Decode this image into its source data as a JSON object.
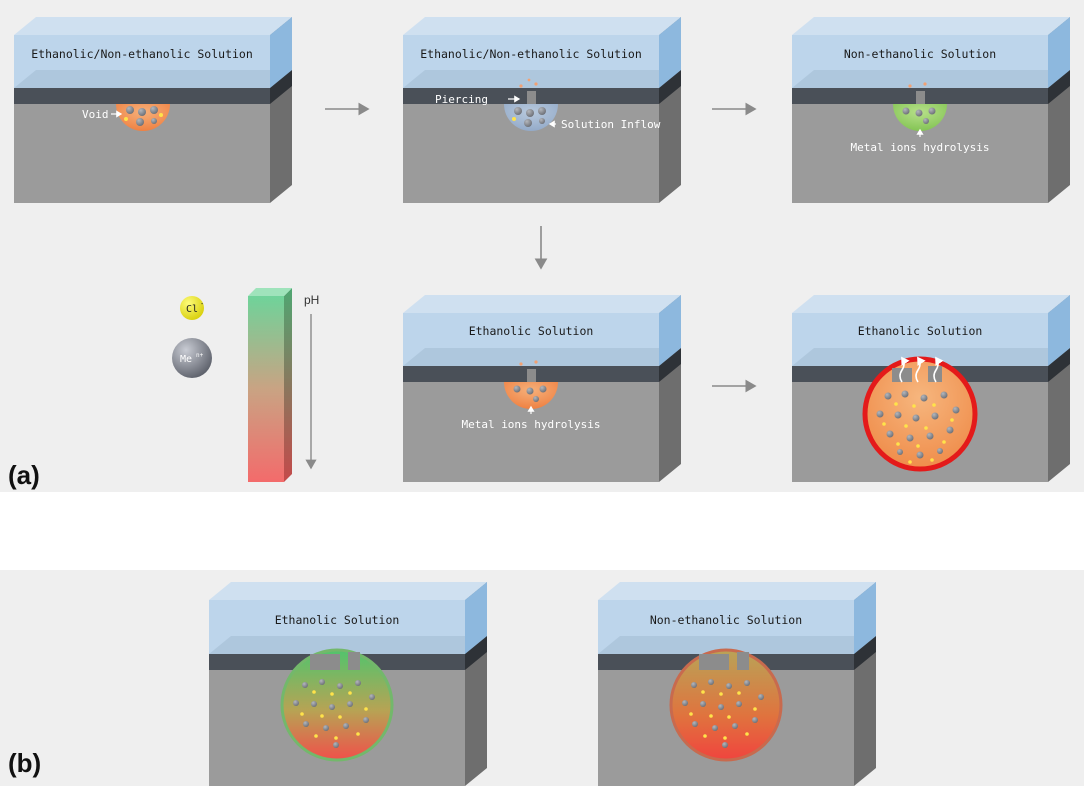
{
  "panels": {
    "a": {
      "label": "(a)"
    },
    "b": {
      "label": "(b)"
    }
  },
  "blocks": {
    "a1": {
      "title": "Ethanolic/Non-ethanolic Solution",
      "annotation": "Void"
    },
    "a2": {
      "title": "Ethanolic/Non-ethanolic Solution",
      "annotation_top": "Piercing",
      "annotation_side": "Solution Inflow"
    },
    "a3": {
      "title": "Non-ethanolic Solution",
      "annotation": "Metal ions hydrolysis"
    },
    "a4": {
      "title": "Ethanolic Solution",
      "annotation": "Metal ions hydrolysis"
    },
    "a5": {
      "title": "Ethanolic Solution"
    },
    "b1": {
      "title": "Ethanolic Solution"
    },
    "b2": {
      "title": "Non-ethanolic Solution"
    }
  },
  "legend": {
    "chloride": "Cl",
    "chloride_sup": "-",
    "metal": "Me",
    "metal_sup": "n+",
    "ph_label": "pH"
  },
  "colors": {
    "solution_front": "#b9d3ea",
    "solution_side": "#8db8de",
    "coating": "#4a5058",
    "substrate_front": "#9b9b9b",
    "substrate_side": "#6e6e6e",
    "ph_high": "#6fd39a",
    "ph_low": "#f36b6b",
    "chloride_ion": "#e6e21a",
    "metal_ion": "#7a7d86",
    "corrosion_rim": "#e41a1a"
  }
}
